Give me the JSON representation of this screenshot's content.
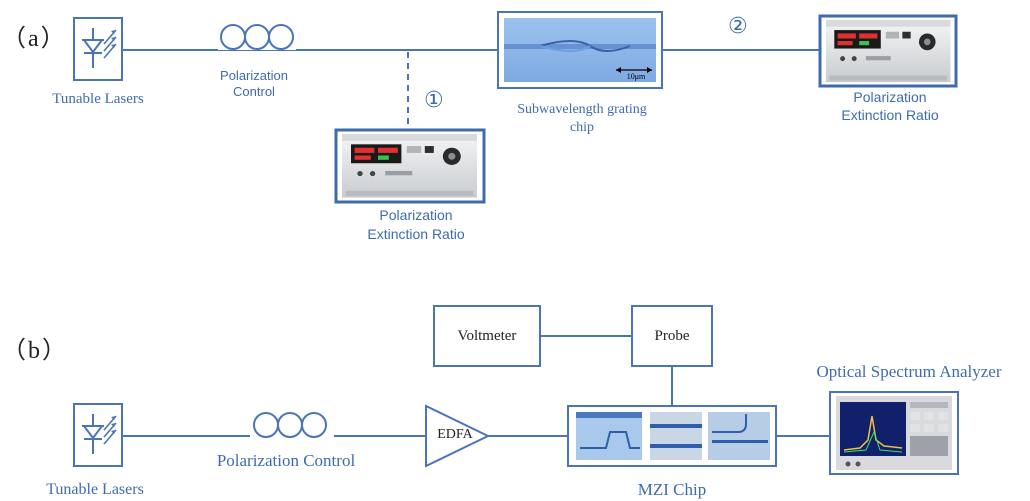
{
  "panel_a": {
    "tag": "（a）",
    "laser_label": "Tunable Lasers",
    "polarization_control_label": [
      "Polarization",
      "Control"
    ],
    "chip_label": [
      "Subwavelength grating",
      "chip"
    ],
    "scale_bar_label": "10μm",
    "marker_1": "①",
    "marker_2": "②",
    "per_label_center": [
      "Polarization",
      "Extinction Ratio"
    ],
    "per_label_right": [
      "Polarization",
      "Extinction Ratio"
    ]
  },
  "panel_b": {
    "tag": "（b）",
    "laser_label": "Tunable Lasers",
    "polarization_control_label": "Polarization Control",
    "edfa_label": "EDFA",
    "voltmeter_label": "Voltmeter",
    "probe_label": "Probe",
    "chip_label": "MZI Chip",
    "osa_label": "Optical Spectrum Analyzer"
  },
  "colors": {
    "accent": "#3e6bb0",
    "line": "#4a74b8",
    "instrument_body": "#e4e6e8",
    "instrument_display": "#1a1a1a",
    "instrument_digits": "#e03030",
    "chip_bg": "#8fb6e8",
    "osa_screen": "#10206a"
  }
}
